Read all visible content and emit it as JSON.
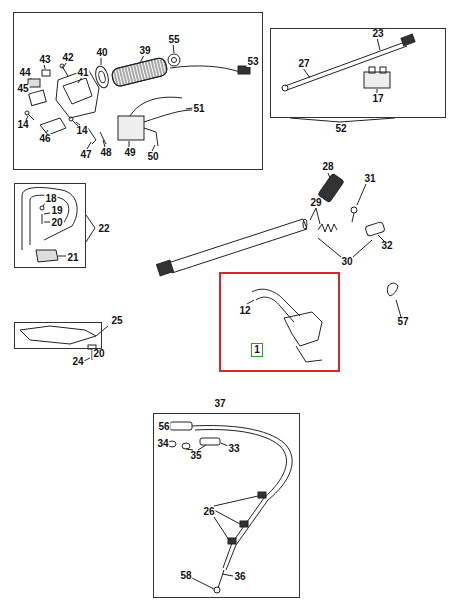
{
  "diagram": {
    "nodes": [
      {
        "text": [
          "43",
          "42",
          "40",
          "39",
          "55",
          "53",
          "44",
          "41",
          "45",
          "14",
          "46",
          "14",
          "47",
          "48",
          "49",
          "50",
          "51"
        ]
      },
      {
        "text": [
          "23",
          "27",
          "17",
          "52"
        ]
      },
      {
        "text": [
          "18",
          "19",
          "20",
          "21",
          "22"
        ]
      },
      {
        "text": [
          "25"
        ]
      },
      {
        "text": [
          "12"
        ]
      },
      {
        "text": [
          "1"
        ],
        "in": 4
      },
      {
        "text": [
          "37",
          "56",
          "34",
          "35",
          "33",
          "26",
          "58",
          "36"
        ]
      }
    ],
    "labels": [
      "28",
      "29",
      "31",
      "32",
      "30",
      "57",
      "24",
      "20"
    ]
  }
}
